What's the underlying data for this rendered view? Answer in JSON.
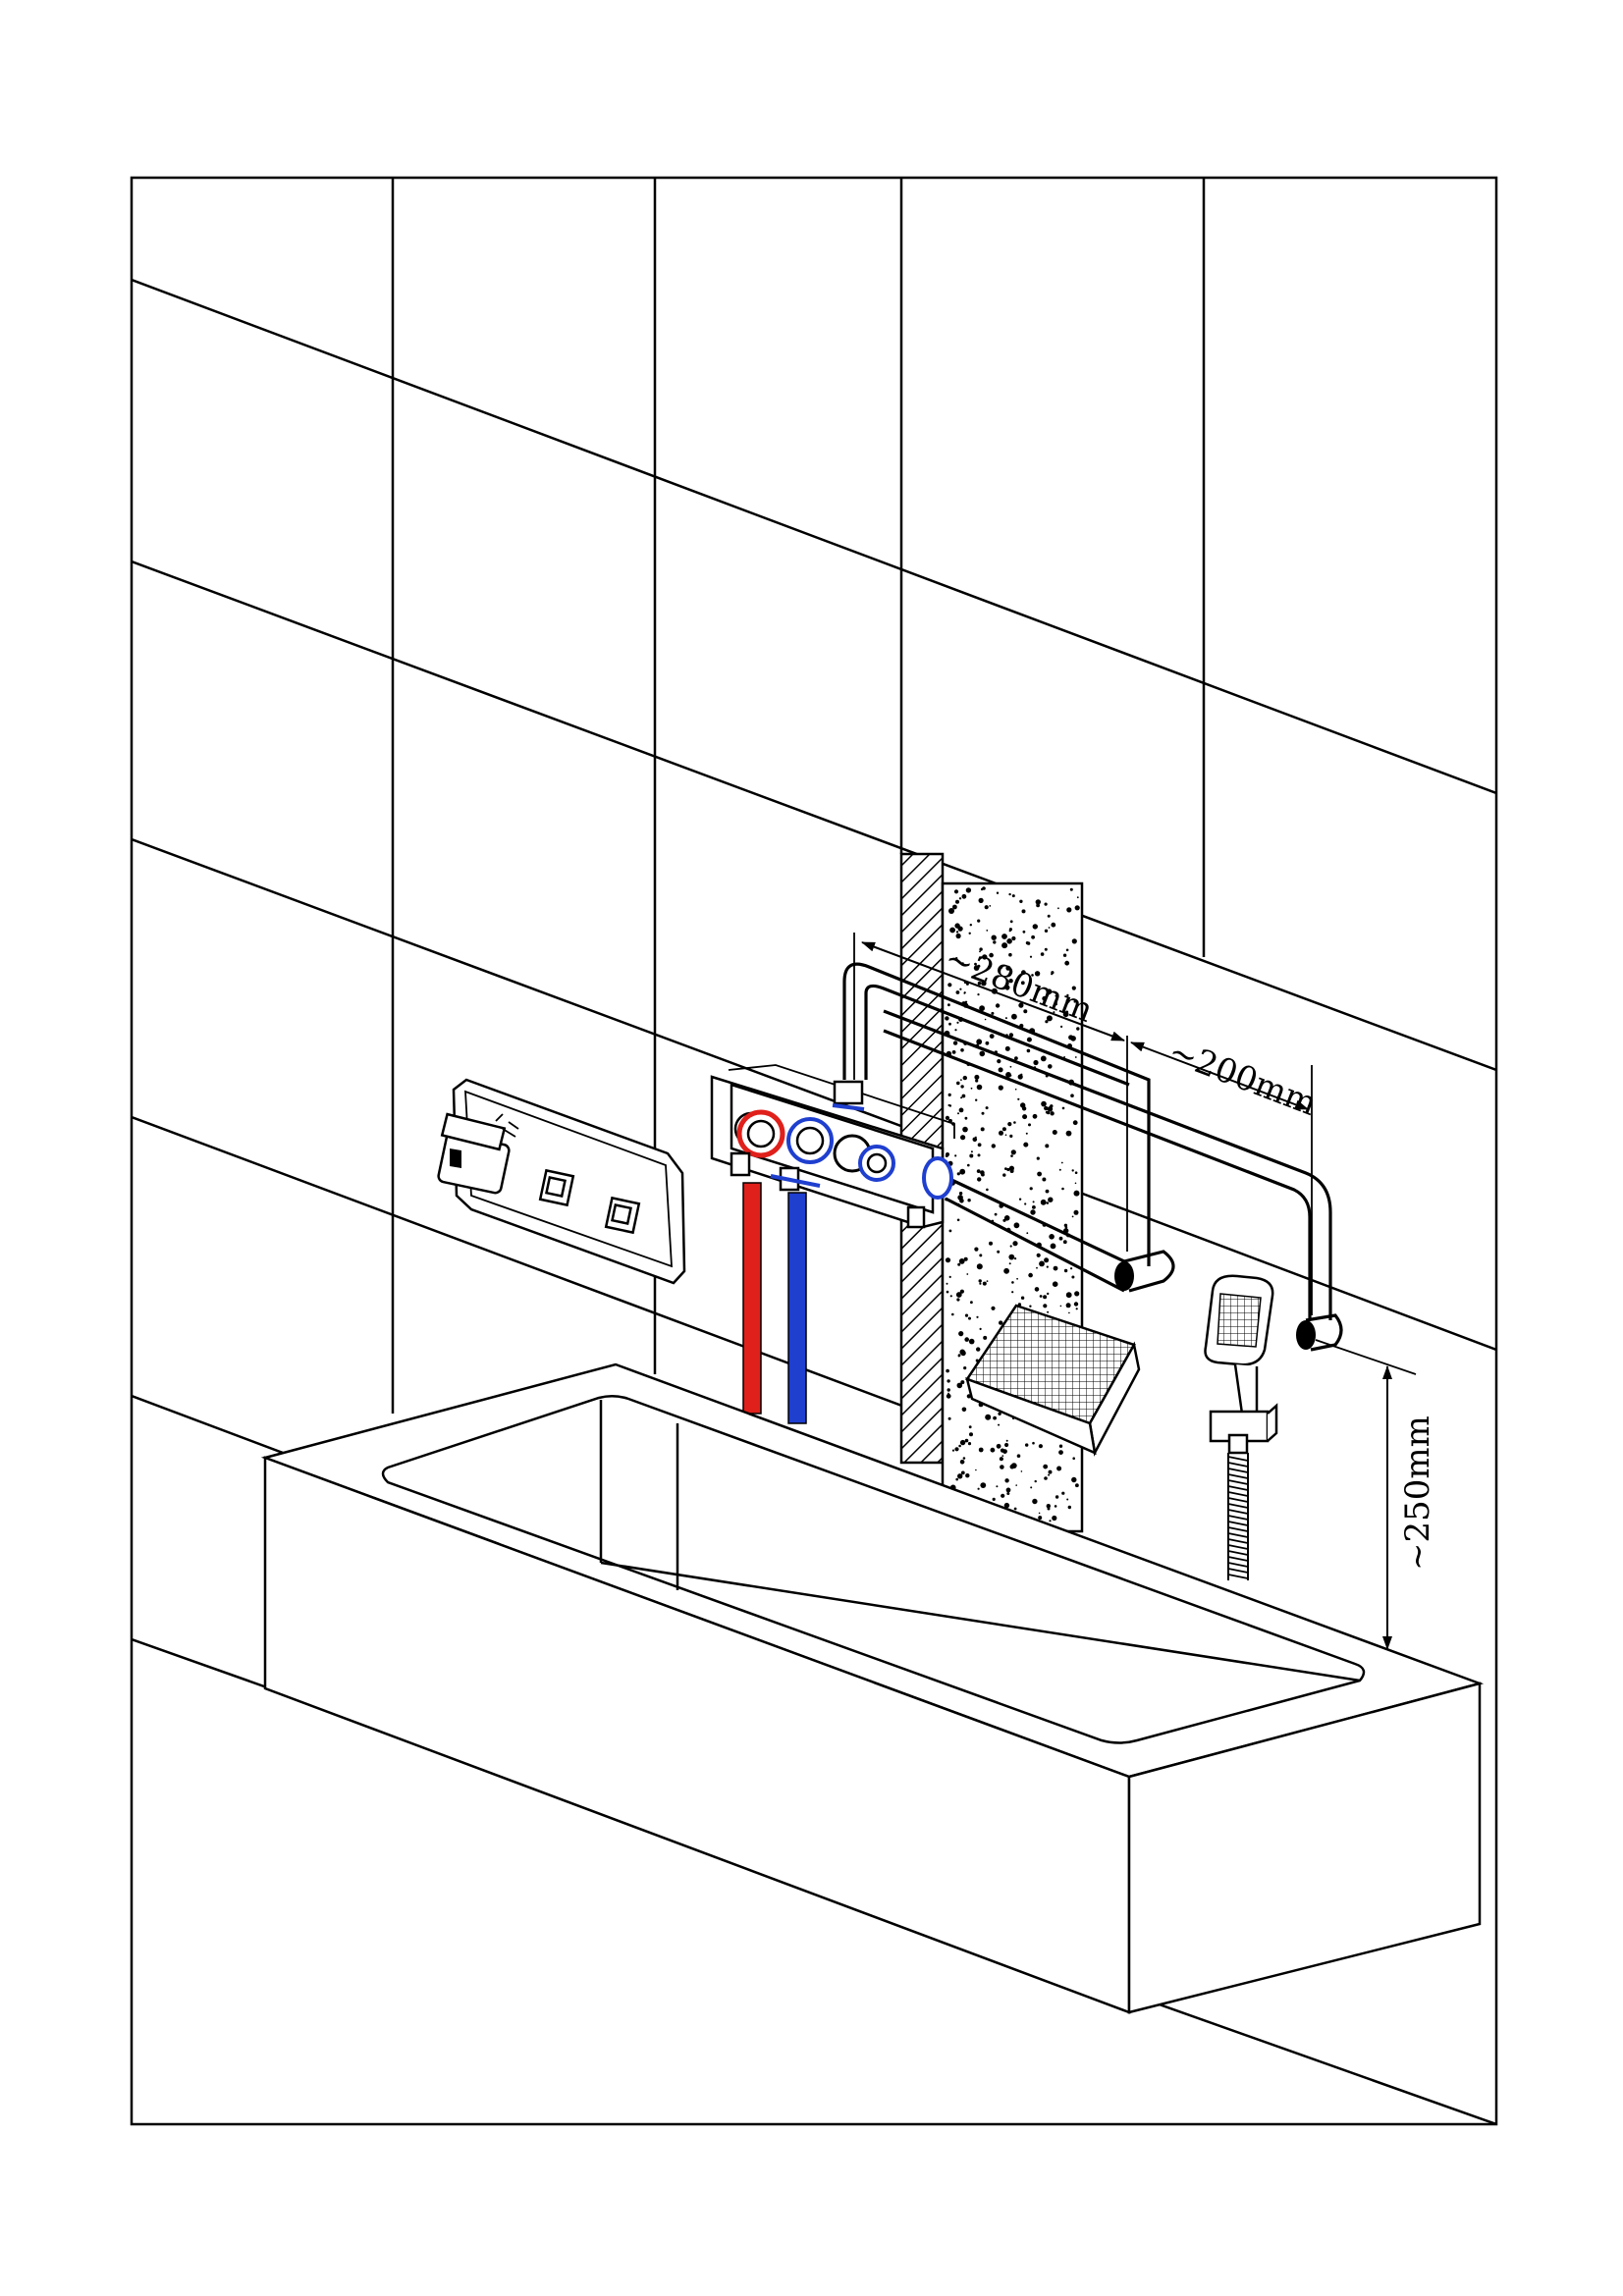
{
  "dimensions": {
    "outlet_spacing": "~280mm",
    "handshower_offset": "~200mm",
    "height_above_bath": "~250mm"
  },
  "colors": {
    "hot_water": "#e0201b",
    "cold_water": "#1f3fcf",
    "seal": "#1f3fcf",
    "line": "#000000"
  },
  "icons": [
    "thermostatic-mixer-icon",
    "concealed-valve-body-icon",
    "waterfall-spout-icon",
    "hand-shower-icon",
    "bathtub-icon"
  ]
}
